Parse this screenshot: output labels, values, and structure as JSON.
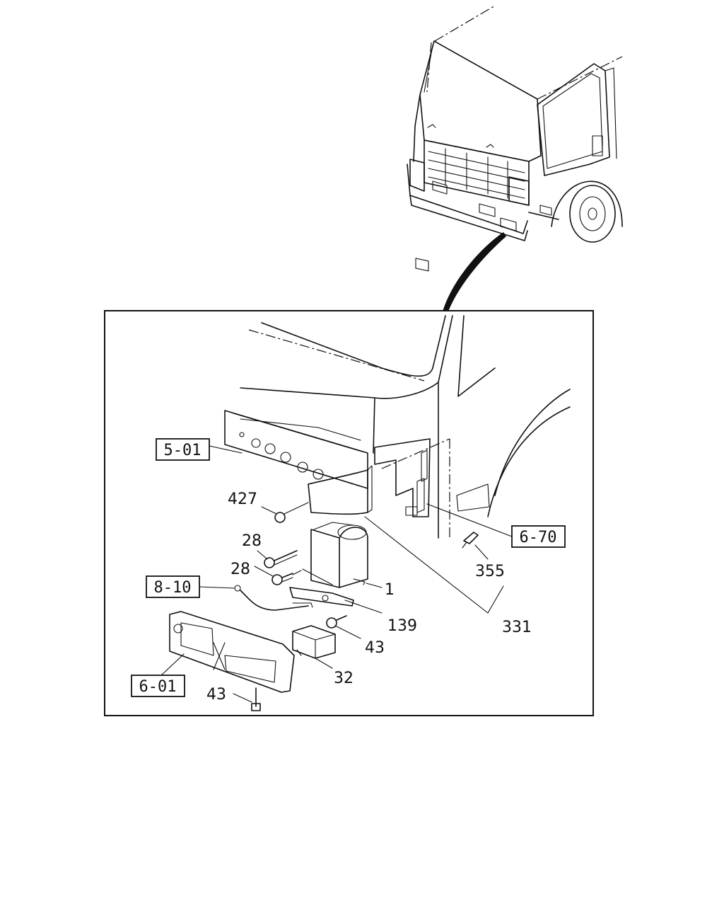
{
  "callouts": {
    "ref_5_01": "5-01",
    "ref_6_70": "6-70",
    "ref_8_10": "8-10",
    "ref_6_01": "6-01",
    "part_427": "427",
    "part_28_upper": "28",
    "part_28_lower": "28",
    "part_1": "1",
    "part_355": "355",
    "part_331": "331",
    "part_139": "139",
    "part_43_right": "43",
    "part_32": "32",
    "part_43_bottom": "43"
  }
}
